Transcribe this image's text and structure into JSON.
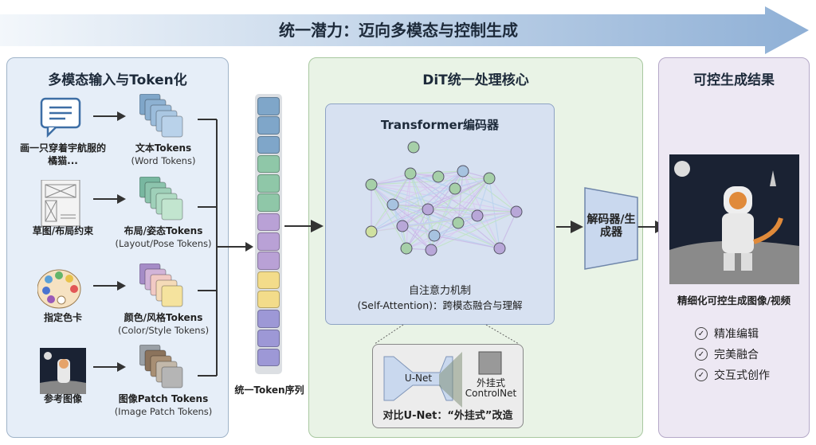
{
  "banner": {
    "title": "统一潜力：迈向多模态与控制生成"
  },
  "left_panel": {
    "title": "多模态输入与Token化",
    "rows": [
      {
        "input": "画一只穿着宇航服的橘猫...",
        "input_icon": "speech-bubble-icon",
        "token_label": "文本Tokens",
        "token_sub": "(Word Tokens)",
        "colors": [
          "#7fa6c9",
          "#8db1d2",
          "#9bbcdb",
          "#aac7e2",
          "#b9d2ea"
        ]
      },
      {
        "input": "草图/布局约束",
        "input_icon": "sketch-layout-icon",
        "token_label": "布局/姿态Tokens",
        "token_sub": "(Layout/Pose Tokens)",
        "colors": [
          "#78b7a0",
          "#8cc4ad",
          "#9fd0b9",
          "#b0dbc4",
          "#c2e5cf"
        ]
      },
      {
        "input": "指定色卡",
        "input_icon": "color-palette-icon",
        "token_label": "颜色/风格Tokens",
        "token_sub": "(Color/Style Tokens)",
        "colors": [
          "#a58cc7",
          "#d2b4d8",
          "#f1c9c4",
          "#f5dbb8",
          "#f5e39e"
        ]
      },
      {
        "input": "参考图像",
        "input_icon": "reference-image-icon",
        "token_label": "图像Patch Tokens",
        "token_sub": "(Image Patch Tokens)",
        "colors": [
          "#9aa0a6",
          "#8b735c",
          "#a88f74",
          "#c2b8aa",
          "#b5b5b5"
        ]
      }
    ],
    "sequence_label": "统一Token序列",
    "sequence_colors": [
      "#7fa6c9",
      "#7fa6c9",
      "#7fa6c9",
      "#8fc7a8",
      "#8fc7a8",
      "#8fc7a8",
      "#b9a1d6",
      "#b9a1d6",
      "#b9a1d6",
      "#f3dc8a",
      "#f3dc8a",
      "#9d98d6",
      "#9d98d6",
      "#9d98d6"
    ]
  },
  "center_panel": {
    "title": "DiT统一处理核心",
    "transformer_title": "Transformer编码器",
    "attention_label": "自注意力机制",
    "attention_sub": "(Self-Attention)：跨模态融合与理解",
    "unet_label": "U-Net",
    "controlnet_label": "外挂式",
    "controlnet_sub": "ControlNet",
    "unet_caption": "对比U-Net：“外挂式”改造"
  },
  "decoder": {
    "label": "解码器/生成器"
  },
  "right_panel": {
    "title": "可控生成结果",
    "caption": "精细化可控生成图像/视频",
    "features": [
      "精准编辑",
      "完美融合",
      "交互式创作"
    ]
  }
}
